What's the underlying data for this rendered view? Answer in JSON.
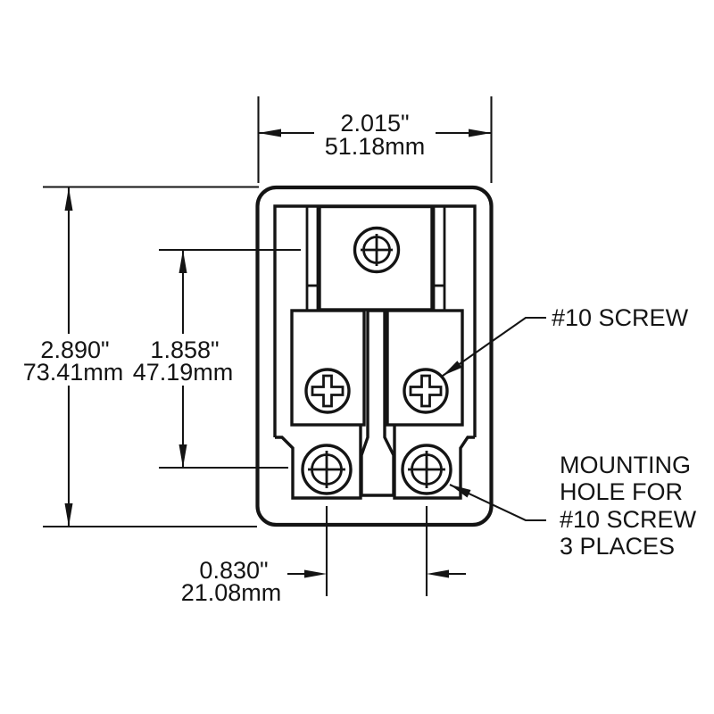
{
  "drawing": {
    "dimensions": {
      "overall_width": {
        "inches": "2.015\"",
        "millimeters": "51.18mm"
      },
      "overall_height": {
        "inches": "2.890\"",
        "millimeters": "73.41mm"
      },
      "mount_hole_vertical_span": {
        "inches": "1.858\"",
        "millimeters": "47.19mm"
      },
      "mount_hole_horizontal_span": {
        "inches": "0.830\"",
        "millimeters": "21.08mm"
      }
    },
    "callouts": {
      "screw_label": "#10 SCREW",
      "mounting_hole_label_lines": [
        "MOUNTING",
        "HOLE FOR",
        "#10 SCREW",
        "3 PLACES"
      ]
    },
    "colors": {
      "line": "#141414",
      "background": "#ffffff"
    }
  }
}
